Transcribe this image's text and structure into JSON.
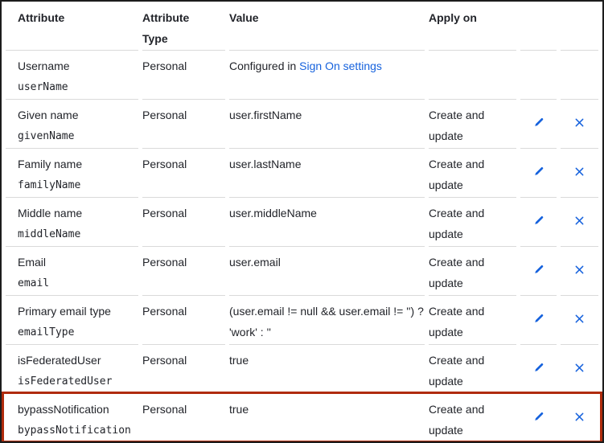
{
  "colors": {
    "link": "#1662dd",
    "icon": "#1662dd",
    "highlight": "#b02b0c",
    "divider": "#dadada",
    "text": "#22242a",
    "frame": "#1c1c1c"
  },
  "table": {
    "headers": {
      "attribute": "Attribute",
      "attribute_type": "Attribute Type",
      "value": "Value",
      "apply_on": "Apply on"
    },
    "rows": [
      {
        "attribute": "Username",
        "attribute_code": "userName",
        "attribute_type": "Personal",
        "value_prefix": "Configured in ",
        "value_link": "Sign On settings",
        "value": "",
        "apply_on": "",
        "has_actions": false,
        "highlighted": false
      },
      {
        "attribute": "Given name",
        "attribute_code": "givenName",
        "attribute_type": "Personal",
        "value": "user.firstName",
        "apply_on": "Create and update",
        "has_actions": true,
        "highlighted": false
      },
      {
        "attribute": "Family name",
        "attribute_code": "familyName",
        "attribute_type": "Personal",
        "value": "user.lastName",
        "apply_on": "Create and update",
        "has_actions": true,
        "highlighted": false
      },
      {
        "attribute": "Middle name",
        "attribute_code": "middleName",
        "attribute_type": "Personal",
        "value": "user.middleName",
        "apply_on": "Create and update",
        "has_actions": true,
        "highlighted": false
      },
      {
        "attribute": "Email",
        "attribute_code": "email",
        "attribute_type": "Personal",
        "value": "user.email",
        "apply_on": "Create and update",
        "has_actions": true,
        "highlighted": false
      },
      {
        "attribute": "Primary email type",
        "attribute_code": "emailType",
        "attribute_type": "Personal",
        "value": "(user.email != null && user.email != '') ? 'work' : ''",
        "apply_on": "Create and update",
        "has_actions": true,
        "highlighted": false
      },
      {
        "attribute": "isFederatedUser",
        "attribute_code": "isFederatedUser",
        "attribute_type": "Personal",
        "value": "true",
        "apply_on": "Create and update",
        "has_actions": true,
        "highlighted": false
      },
      {
        "attribute": "bypassNotification",
        "attribute_code": "bypassNotification",
        "attribute_type": "Personal",
        "value": "true",
        "apply_on": "Create and update",
        "has_actions": true,
        "highlighted": true
      }
    ]
  }
}
